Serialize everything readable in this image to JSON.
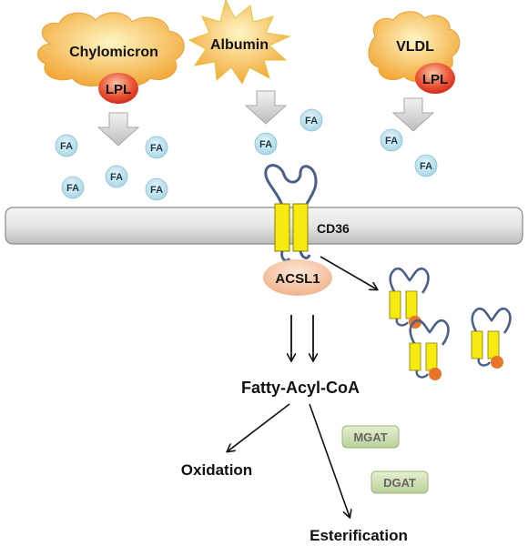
{
  "sources": {
    "chylomicron": "Chylomicron",
    "albumin": "Albumin",
    "vldl": "VLDL",
    "lpl": "LPL"
  },
  "fatty_acid_label": "FA",
  "membrane": {
    "transporter": "CD36",
    "enzyme": "ACSL1"
  },
  "metabolism": {
    "intermediate": "Fatty-Acyl-CoA",
    "oxidation": "Oxidation",
    "esterification": "Esterification",
    "enzymes": [
      "MGAT",
      "DGAT"
    ]
  },
  "colors": {
    "source_gradient_light": "#fff3b0",
    "source_gradient_dark": "#f5b23a",
    "lpl_red": "#e23b2a",
    "fa_blue": "#bfe3ee",
    "membrane_gray": "#d8d8d8",
    "cd36_yellow": "#f5e800",
    "cd36_loop": "#4a5f8a",
    "acsl1_peach": "#f3c7a8",
    "enzyme_green": "#cfe0b0",
    "phospho_orange": "#e8742a"
  }
}
